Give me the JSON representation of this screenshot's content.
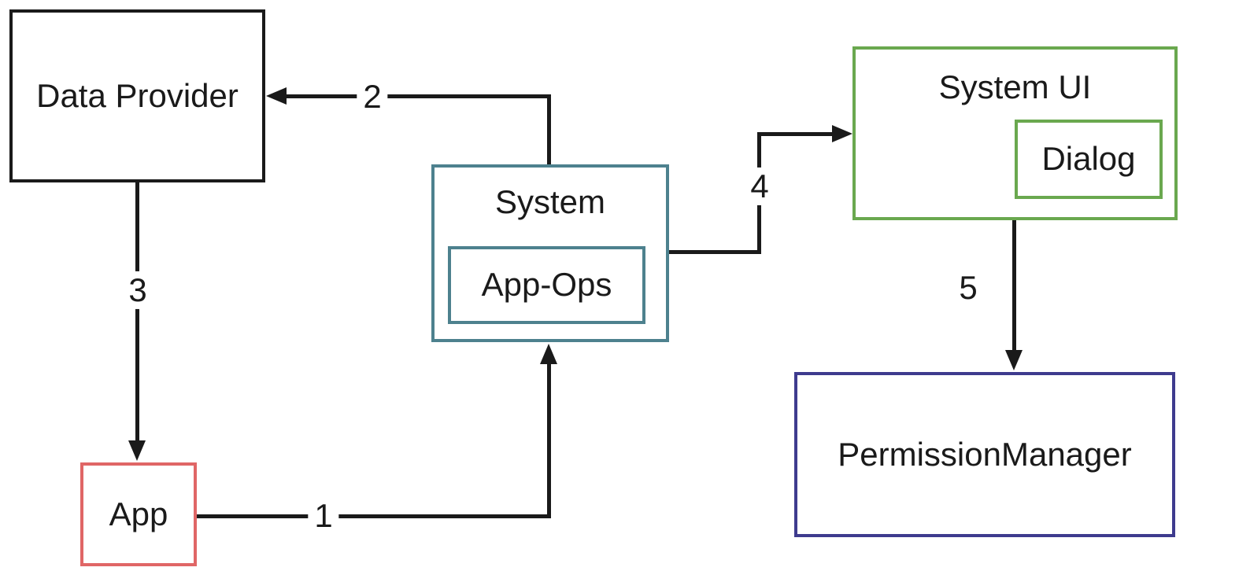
{
  "diagram": {
    "background_color": "#ffffff",
    "line_color": "#1a1a1a",
    "nodes": {
      "data_provider": {
        "label": "Data Provider",
        "border_color": "#1a1a1a"
      },
      "system": {
        "label": "System",
        "border_color": "#4d818e"
      },
      "app_ops": {
        "label": "App-Ops",
        "border_color": "#4d818e",
        "parent": "System"
      },
      "system_ui": {
        "label": "System UI",
        "border_color": "#6aa84f"
      },
      "dialog": {
        "label": "Dialog",
        "border_color": "#6aa84f",
        "parent": "System UI"
      },
      "app": {
        "label": "App",
        "border_color": "#e06666"
      },
      "permission_manager": {
        "label": "PermissionManager",
        "border_color": "#3e3b8e"
      }
    },
    "edges": [
      {
        "label": "1",
        "from": "App",
        "to": "System"
      },
      {
        "label": "2",
        "from": "System",
        "to": "Data Provider"
      },
      {
        "label": "3",
        "from": "Data Provider",
        "to": "App"
      },
      {
        "label": "4",
        "from": "System",
        "to": "System UI"
      },
      {
        "label": "5",
        "from": "System UI",
        "to": "PermissionManager"
      }
    ]
  }
}
